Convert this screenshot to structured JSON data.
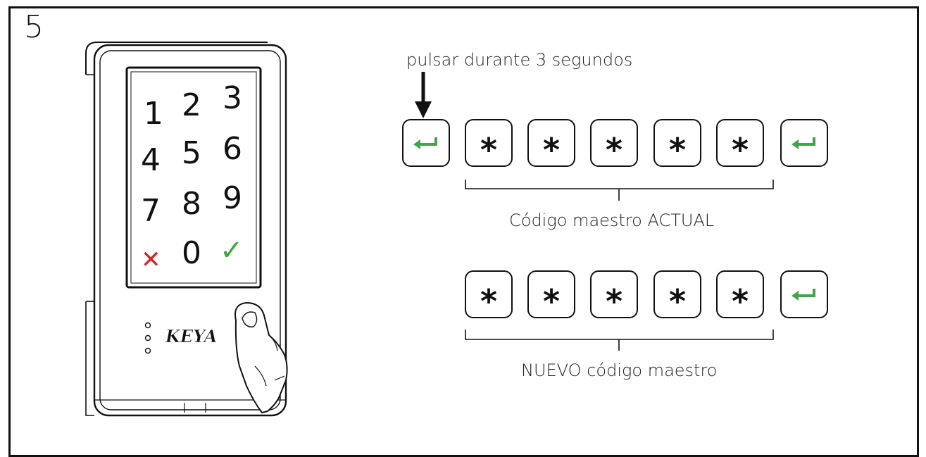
{
  "step": {
    "number": "5"
  },
  "keypad": {
    "brand": "KEYA",
    "keys": [
      "1",
      "2",
      "3",
      "4",
      "5",
      "6",
      "7",
      "8",
      "9",
      "0"
    ],
    "cancel_symbol": "✕",
    "confirm_symbol": "✓",
    "led_count": 3
  },
  "instruction": {
    "hold_text": "pulsar durante 3 segundos"
  },
  "sequence_current": {
    "caption": "Código maestro ACTUAL",
    "digit_symbol": "*"
  },
  "sequence_new": {
    "caption": "NUEVO código maestro",
    "digit_symbol": "*"
  },
  "colors": {
    "enter_green": "#3fa54a",
    "cancel_red": "#d0252a",
    "confirm_green": "#3aab3a",
    "outline": "#111111"
  }
}
